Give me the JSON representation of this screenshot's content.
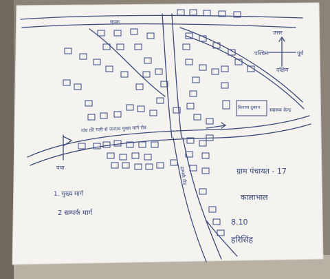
{
  "map": {
    "compass": {
      "north": "उत्तर",
      "west": "पश्चिम",
      "east": "पूर्व",
      "south": "दक्षिण"
    },
    "labels": {
      "top_road": "सड़क",
      "shop": "किराना दुकान",
      "clinic": "स्वास्थ्य केन्द्र",
      "main_road": "गांव की गली से जनपद मुख्य मार्ग रोड",
      "flag": "पंचा",
      "side_road": "सम्पर्क रोड",
      "legend_1": "1. मुख्य मार्ग",
      "legend_2": "2 सम्पर्क मार्ग",
      "ward": "ग्राम पंचायत - 17",
      "village": "कालाभाल",
      "date": "8.10",
      "signature": "हरिसिंह"
    },
    "colors": {
      "paper": "#f4f3f0",
      "ink": "#3d4a7a",
      "wall": "#8c8478",
      "floor": "#c9c2b5"
    }
  }
}
